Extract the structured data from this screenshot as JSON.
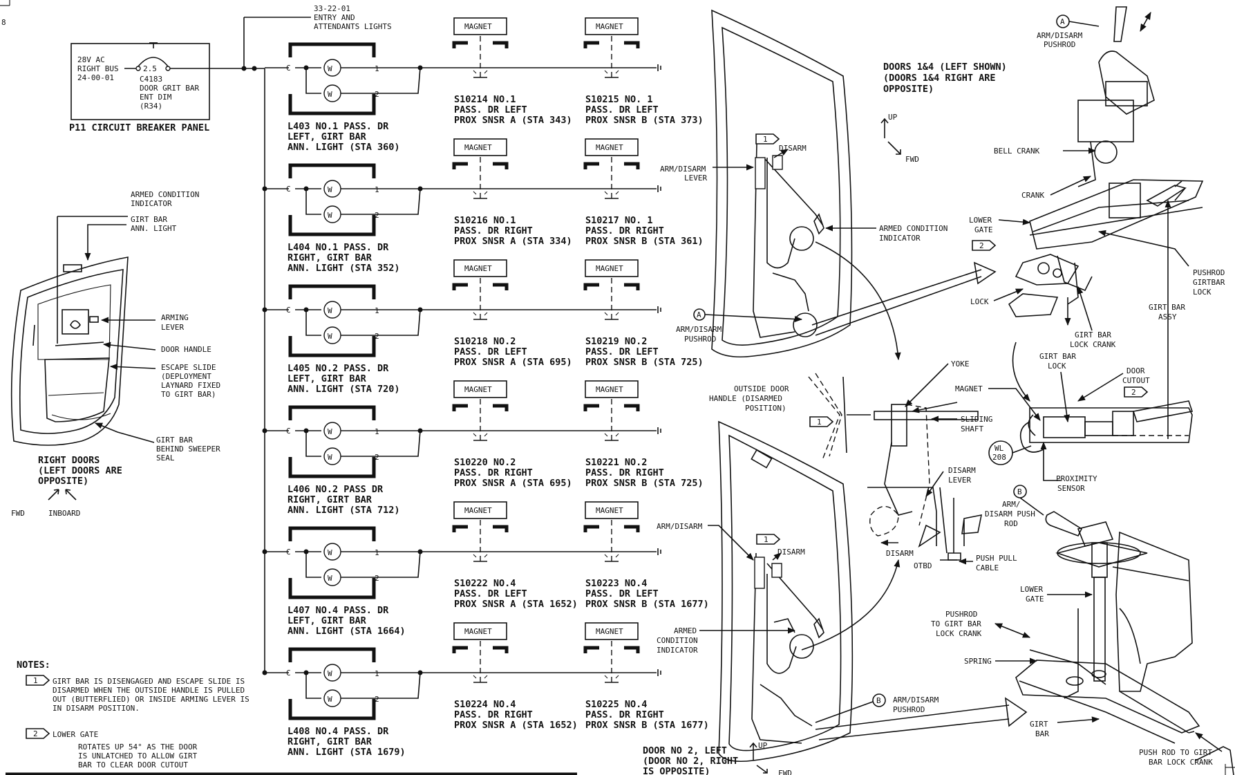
{
  "page_number": "8",
  "circuit_breaker_panel": {
    "title": "P11  CIRCUIT BREAKER PANEL",
    "bus_lines": [
      "28V AC",
      "RIGHT BUS",
      "24-00-01"
    ],
    "breaker_rating": "2.5",
    "breaker_lines": [
      "C4183",
      "DOOR GRIT BAR",
      "ENT DIM",
      "(R34)"
    ]
  },
  "entry_ref": [
    "33-22-01",
    "ENTRY AND",
    "ATTENDANTS LIGHTS"
  ],
  "light_common_label": "C",
  "light_terminal_1": "1",
  "light_terminal_2": "2",
  "light_symbol": "W",
  "magnet_label": "MAGNET",
  "lights": [
    {
      "lines": [
        "L403  NO.1 PASS. DR",
        "LEFT, GIRT BAR",
        "ANN. LIGHT (STA 360)"
      ]
    },
    {
      "lines": [
        "L404  NO.1 PASS. DR",
        "RIGHT, GIRT BAR",
        "ANN. LIGHT (STA 352)"
      ]
    },
    {
      "lines": [
        "L405  NO.2 PASS. DR",
        "LEFT, GIRT BAR",
        "ANN. LIGHT (STA 720)"
      ]
    },
    {
      "lines": [
        "L406  NO.2 PASS DR",
        "RIGHT, GIRT BAR",
        "ANN. LIGHT (STA 712)"
      ]
    },
    {
      "lines": [
        "L407  NO.4 PASS. DR",
        "LEFT, GIRT BAR",
        "ANN. LIGHT (STA 1664)"
      ]
    },
    {
      "lines": [
        "L408  NO.4 PASS. DR",
        "RIGHT, GIRT BAR",
        "ANN. LIGHT (STA 1679)"
      ]
    }
  ],
  "sensors_a": [
    {
      "lines": [
        "S10214  NO.1",
        "PASS. DR LEFT",
        "PROX SNSR A (STA 343)"
      ]
    },
    {
      "lines": [
        "S10216  NO.1",
        "PASS. DR RIGHT",
        "PROX SNSR A (STA 334)"
      ]
    },
    {
      "lines": [
        "S10218  NO.2",
        "PASS. DR LEFT",
        "PROX SNSR A (STA 695)"
      ]
    },
    {
      "lines": [
        "S10220  NO.2",
        "PASS. DR RIGHT",
        "PROX SNSR A (STA 695)"
      ]
    },
    {
      "lines": [
        "S10222  NO.4",
        "PASS. DR LEFT",
        "PROX SNSR A (STA 1652)"
      ]
    },
    {
      "lines": [
        "S10224  NO.4",
        "PASS. DR RIGHT",
        "PROX SNSR A (STA 1652)"
      ]
    }
  ],
  "sensors_b": [
    {
      "lines": [
        "S10215  NO. 1",
        "PASS. DR LEFT",
        "PROX SNSR B (STA 373)"
      ]
    },
    {
      "lines": [
        "S10217  NO. 1",
        "PASS. DR RIGHT",
        "PROX SNSR B (STA 361)"
      ]
    },
    {
      "lines": [
        "S10219  NO.2",
        "PASS. DR LEFT",
        "PROX SNSR B (STA 725)"
      ]
    },
    {
      "lines": [
        "S10221  NO.2",
        "PASS. DR RIGHT",
        "PROX SNSR B (STA 725)"
      ]
    },
    {
      "lines": [
        "S10223  NO.4",
        "PASS. DR LEFT",
        "PROX SNSR B (STA 1677)"
      ]
    },
    {
      "lines": [
        "S10225  NO.4",
        "PASS. DR RIGHT",
        "PROX SNSR B (STA 1677)"
      ]
    }
  ],
  "right_doors": {
    "callouts": {
      "armed_indicator": [
        "ARMED CONDITION",
        "INDICATOR"
      ],
      "girt_bar_light": [
        "GIRT BAR",
        "ANN. LIGHT"
      ],
      "arming_lever": [
        "ARMING",
        "LEVER"
      ],
      "door_handle": [
        "DOOR HANDLE"
      ],
      "escape_slide": [
        "ESCAPE SLIDE",
        "(DEPLOYMENT",
        "LAYNARD FIXED",
        "TO GIRT BAR)"
      ],
      "girt_bar_sweeper": [
        "GIRT BAR",
        "BEHIND SWEEPER",
        "SEAL"
      ]
    },
    "title": [
      "RIGHT DOORS",
      "(LEFT DOORS ARE",
      "OPPOSITE)"
    ],
    "fwd": "FWD",
    "inboard": "INBOARD"
  },
  "notes": {
    "heading": "NOTES:",
    "note1_num": "1",
    "note1": [
      "GIRT BAR IS DISENGAGED AND ESCAPE SLIDE IS",
      "DISARMED WHEN THE OUTSIDE HANDLE IS PULLED",
      "OUT (BUTTERFLIED) OR INSIDE ARMING LEVER IS",
      "IN DISARM POSITION."
    ],
    "note2_num": "2",
    "note2_title": "LOWER GATE",
    "note2": [
      "ROTATES UP 54° AS THE DOOR",
      "IS UNLATCHED TO ALLOW GIRT",
      "BAR TO CLEAR DOOR CUTOUT"
    ]
  },
  "door14": {
    "title": [
      "DOORS 1&4 (LEFT SHOWN)",
      "(DOORS 1&4 RIGHT ARE",
      "OPPOSITE)"
    ],
    "up": "UP",
    "fwd": "FWD",
    "disarm": "DISARM",
    "arm_disarm_lever": [
      "ARM/DISARM",
      "LEVER"
    ],
    "armed_indicator": [
      "ARMED CONDITION",
      "INDICATOR"
    ],
    "marker_a": "A",
    "pushrod": [
      "ARM/DISARM",
      "PUSHROD"
    ]
  },
  "detail_top": {
    "marker_a": "A",
    "pushrod": [
      "ARM/DISARM",
      "PUSHROD"
    ],
    "bell_crank": "BELL CRANK",
    "crank": "CRANK",
    "lower_gate": [
      "LOWER",
      "GATE"
    ],
    "lock": "LOCK",
    "pushrod_lock": [
      "PUSHROD",
      "GIRTBAR",
      "LOCK"
    ],
    "girt_bar_assy": [
      "GIRT BAR",
      "ASSY"
    ],
    "lock_crank": [
      "GIRT BAR",
      "LOCK CRANK"
    ],
    "girt_bar_lock": [
      "GIRT BAR",
      "LOCK"
    ],
    "door_cutout": [
      "DOOR",
      "CUTOUT"
    ],
    "magnet": "MAGNET",
    "wl": [
      "WL",
      "208"
    ],
    "proximity_sensor": [
      "PROXIMITY",
      "SENSOR"
    ]
  },
  "detail_mid": {
    "yoke": "YOKE",
    "outside_handle": [
      "OUTSIDE DOOR",
      "HANDLE (DISARMED",
      "POSITION)"
    ],
    "sliding_shaft": [
      "SLIDING",
      "SHAFT"
    ],
    "disarm_lever": [
      "DISARM",
      "LEVER"
    ],
    "disarm": "DISARM",
    "otbd": "OTBD",
    "push_pull_cable": [
      "PUSH PULL",
      "CABLE"
    ]
  },
  "door2": {
    "arm_disarm": "ARM/DISARM",
    "disarm": "DISARM",
    "armed_indicator": [
      "ARMED",
      "CONDITION",
      "INDICATOR"
    ],
    "marker_b": "B",
    "pushrod": [
      "ARM/DISARM",
      "PUSHROD"
    ],
    "title": [
      "DOOR NO 2, LEFT",
      "(DOOR NO 2, RIGHT",
      "IS OPPOSITE)"
    ],
    "up": "UP",
    "fwd": "FWD"
  },
  "detail_bottom": {
    "marker_b": "B",
    "pushrod": [
      "ARM/",
      "DISARM PUSH",
      "ROD"
    ],
    "lower_gate": [
      "LOWER",
      "GATE"
    ],
    "pushrod_lock": [
      "PUSHROD",
      "TO GIRT BAR",
      "LOCK CRANK"
    ],
    "spring": "SPRING",
    "girt_bar": [
      "GIRT",
      "BAR"
    ],
    "push_rod_lock": [
      "PUSH ROD TO GIRT",
      "BAR LOCK CRANK"
    ]
  }
}
